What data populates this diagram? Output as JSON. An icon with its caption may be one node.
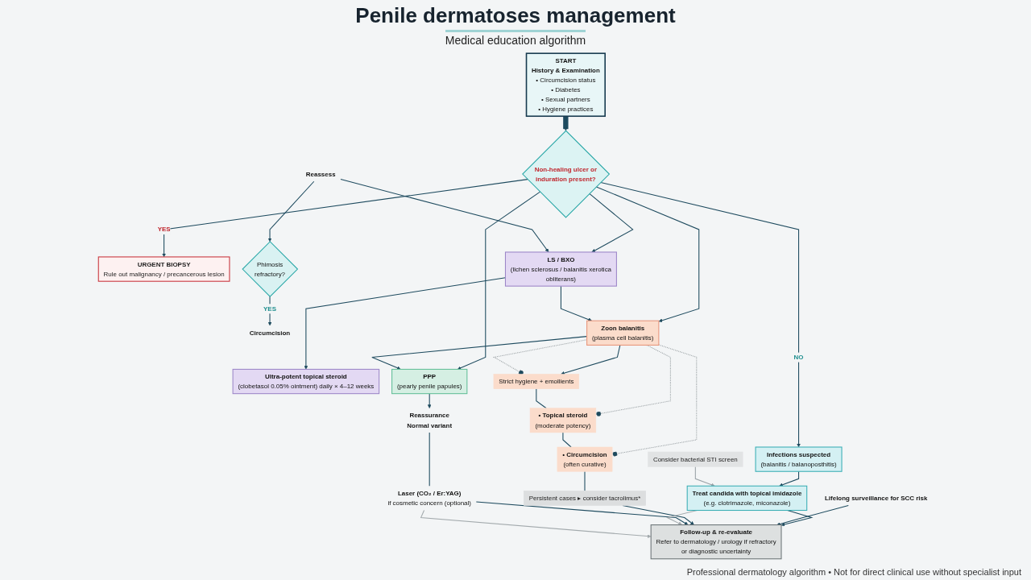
{
  "diagram": {
    "title": "Penile dermatoses management",
    "caption": "Professional dermatology algorithm • Not for direct clinical use without specialist input",
    "labels": [
      "Medical education algorithm"
    ],
    "nodes": [
      {
        "text": [
          "START",
          "History & Examination",
          "• Circumcision status",
          "• Diabetes",
          "• Sexual partners",
          "• Hygiene practices"
        ]
      },
      {
        "text": [
          "Non-healing ulcer or induration present?"
        ]
      },
      {
        "text": [
          "URGENT BIOPSY",
          "Rule out malignancy / precancerous lesion"
        ]
      },
      {
        "text": [
          "Infections suspected",
          "(balanitis / balanoposthitis)"
        ]
      },
      {
        "text": [
          "LS / BXO",
          "(lichen sclerosus / balanitis xerotica obliterans)"
        ]
      },
      {
        "text": [
          "Zoon balanitis",
          "(plasma cell balanitis)"
        ]
      },
      {
        "text": [
          "PPP",
          "(pearly penile papules)"
        ]
      },
      {
        "text": [
          "Treat candida with topical imidazole",
          "(e.g. clotrimazole, miconazole)"
        ]
      },
      {
        "text": [
          "Consider bacterial STI screen"
        ]
      },
      {
        "text": [
          "Ultra-potent topical steroid",
          "(clobetasol 0.05% ointment) daily × 4–12 weeks"
        ]
      },
      {
        "text": [
          "Reassess"
        ]
      },
      {
        "text": [
          "Phimosis refractory?"
        ]
      },
      {
        "text": [
          "Circumcision"
        ]
      },
      {
        "text": [
          "Lifelong surveillance for SCC risk"
        ]
      },
      {
        "text": [
          "Strict hygiene + emollients"
        ]
      },
      {
        "text": [
          "• Topical steroid",
          "(moderate potency)"
        ]
      },
      {
        "text": [
          "• Circumcision",
          "(often curative)"
        ]
      },
      {
        "text": [
          "Persistent cases ▸ consider tacrolimus*"
        ]
      },
      {
        "text": [
          "Reassurance",
          "Normal variant"
        ]
      },
      {
        "text": [
          "Laser (CO₂ / Er:YAG)",
          "if cosmetic concern (optional)"
        ]
      },
      {
        "text": [
          "Follow-up & re-evaluate",
          "Refer to dermatology / urology if refractory or diagnostic uncertainty"
        ]
      }
    ],
    "edges": [
      {
        "from": 0,
        "to": 1,
        "arrow": "to",
        "style": "thick"
      },
      {
        "from": 1,
        "to": 2,
        "arrow": "to",
        "label": "YES"
      },
      {
        "from": 1,
        "to": 3,
        "arrow": "to",
        "label": "NO"
      },
      {
        "from": 1,
        "to": 4,
        "arrow": "to"
      },
      {
        "from": 1,
        "to": 5,
        "arrow": "to"
      },
      {
        "from": 1,
        "to": 6,
        "arrow": "to"
      },
      {
        "from": 3,
        "to": 7,
        "arrow": "to"
      },
      {
        "from": 8,
        "to": 7,
        "arrow": "to",
        "color": "#9aa3a8"
      },
      {
        "from": 4,
        "to": 5,
        "arrow": "to"
      },
      {
        "from": 5,
        "to": 6,
        "arrow": "to"
      },
      {
        "from": 4,
        "to": 9,
        "arrow": "to"
      },
      {
        "from": 10,
        "to": 4,
        "arrow": "to"
      },
      {
        "from": 10,
        "to": 11,
        "arrow": "to"
      },
      {
        "from": 11,
        "to": 12,
        "arrow": "to",
        "label": "YES"
      },
      {
        "from": 5,
        "to": 14,
        "arrow": "to"
      },
      {
        "from": 5,
        "to": 14,
        "arrow": "other",
        "style": "dashed",
        "color": "#9aa1a4"
      },
      {
        "from": 5,
        "to": 15,
        "arrow": "other",
        "style": "dashed",
        "color": "#9aa1a4"
      },
      {
        "from": 5,
        "to": 16,
        "arrow": "other",
        "style": "dashed",
        "color": "#9aa1a4"
      },
      {
        "from": 14,
        "to": 15,
        "arrow": "none"
      },
      {
        "from": 15,
        "to": 16,
        "arrow": "none"
      },
      {
        "from": 16,
        "to": 17,
        "arrow": "none"
      },
      {
        "from": 6,
        "to": 18,
        "arrow": "to"
      },
      {
        "from": 18,
        "to": 19,
        "arrow": "none"
      },
      {
        "from": 7,
        "to": 20,
        "arrow": "to"
      },
      {
        "from": 13,
        "to": 20,
        "arrow": "to"
      },
      {
        "from": 17,
        "to": 20,
        "arrow": "to"
      },
      {
        "from": 19,
        "to": 20,
        "arrow": "to"
      },
      {
        "from": 7,
        "to": 20,
        "arrow": "to",
        "color": "#a3aaad"
      },
      {
        "from": 19,
        "to": 20,
        "arrow": "to",
        "color": "#a3aaad"
      }
    ]
  }
}
